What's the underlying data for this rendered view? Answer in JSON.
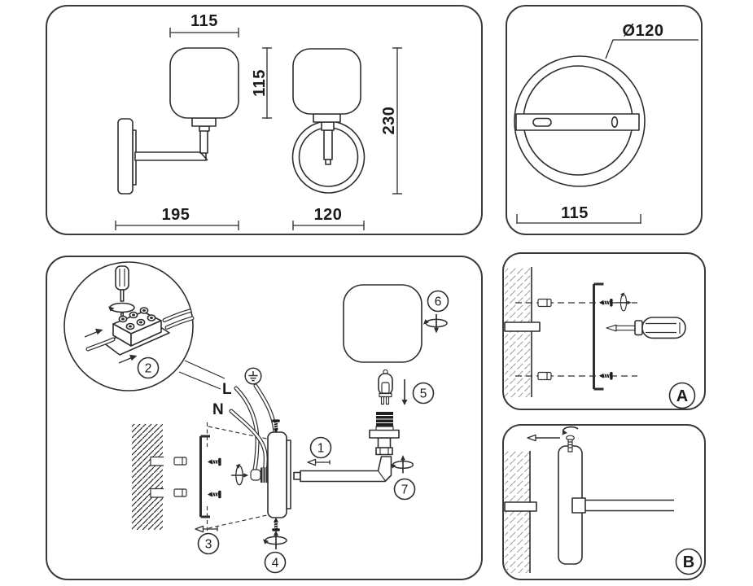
{
  "colors": {
    "line": "#2e2e2e",
    "panel_border": "#3a3a3a",
    "background": "#ffffff",
    "hatch_light": "#9a9a9a"
  },
  "dimension_views": {
    "shade_width_mm": "115",
    "shade_height_mm": "115",
    "overall_height_mm": "230",
    "overall_depth_mm": "195",
    "ring_width_mm": "120",
    "plate_diameter_mm": "Ø120",
    "plate_width_mm": "115"
  },
  "assembly": {
    "steps": {
      "s1": "1",
      "s2": "2",
      "s3": "3",
      "s4": "4",
      "s5": "5",
      "s6": "6",
      "s7": "7"
    },
    "wires": {
      "live": "L",
      "neutral": "N"
    },
    "icons": {
      "ground": "earth-ground-symbol",
      "screwdriver": "flat-screwdriver",
      "rotation": "screw-rotation-ellipse",
      "arrow": "open-triangle-direction-arrow",
      "terminal_block": "screw-terminal-block",
      "bulb": "g9-halogen-bulb",
      "wall_anchor": "wall-plug",
      "screw": "mounting-screw",
      "magnifier": "zoom-detail-circle"
    }
  },
  "detail_panels": {
    "a": "A",
    "b": "B"
  }
}
